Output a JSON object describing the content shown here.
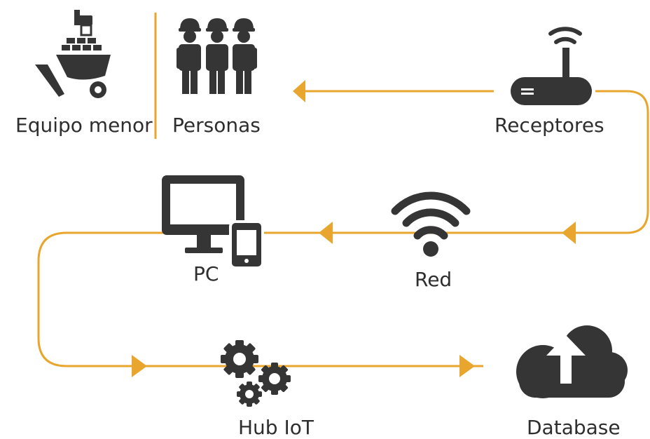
{
  "colors": {
    "flow": "#E9A62E",
    "icon": "#353535",
    "text": "#2e2e2e",
    "background": "#ffffff"
  },
  "nodes": [
    {
      "id": "equipo",
      "label": "Equipo menor",
      "icon": "wheelbarrow-icon"
    },
    {
      "id": "personas",
      "label": "Personas",
      "icon": "workers-icon"
    },
    {
      "id": "receptores",
      "label": "Receptores",
      "icon": "router-icon"
    },
    {
      "id": "red",
      "label": "Red",
      "icon": "wifi-icon"
    },
    {
      "id": "pc",
      "label": "PC",
      "icon": "monitor-phone-icon"
    },
    {
      "id": "hub",
      "label": "Hub IoT",
      "icon": "gears-icon"
    },
    {
      "id": "database",
      "label": "Database",
      "icon": "cloud-upload-icon"
    }
  ]
}
